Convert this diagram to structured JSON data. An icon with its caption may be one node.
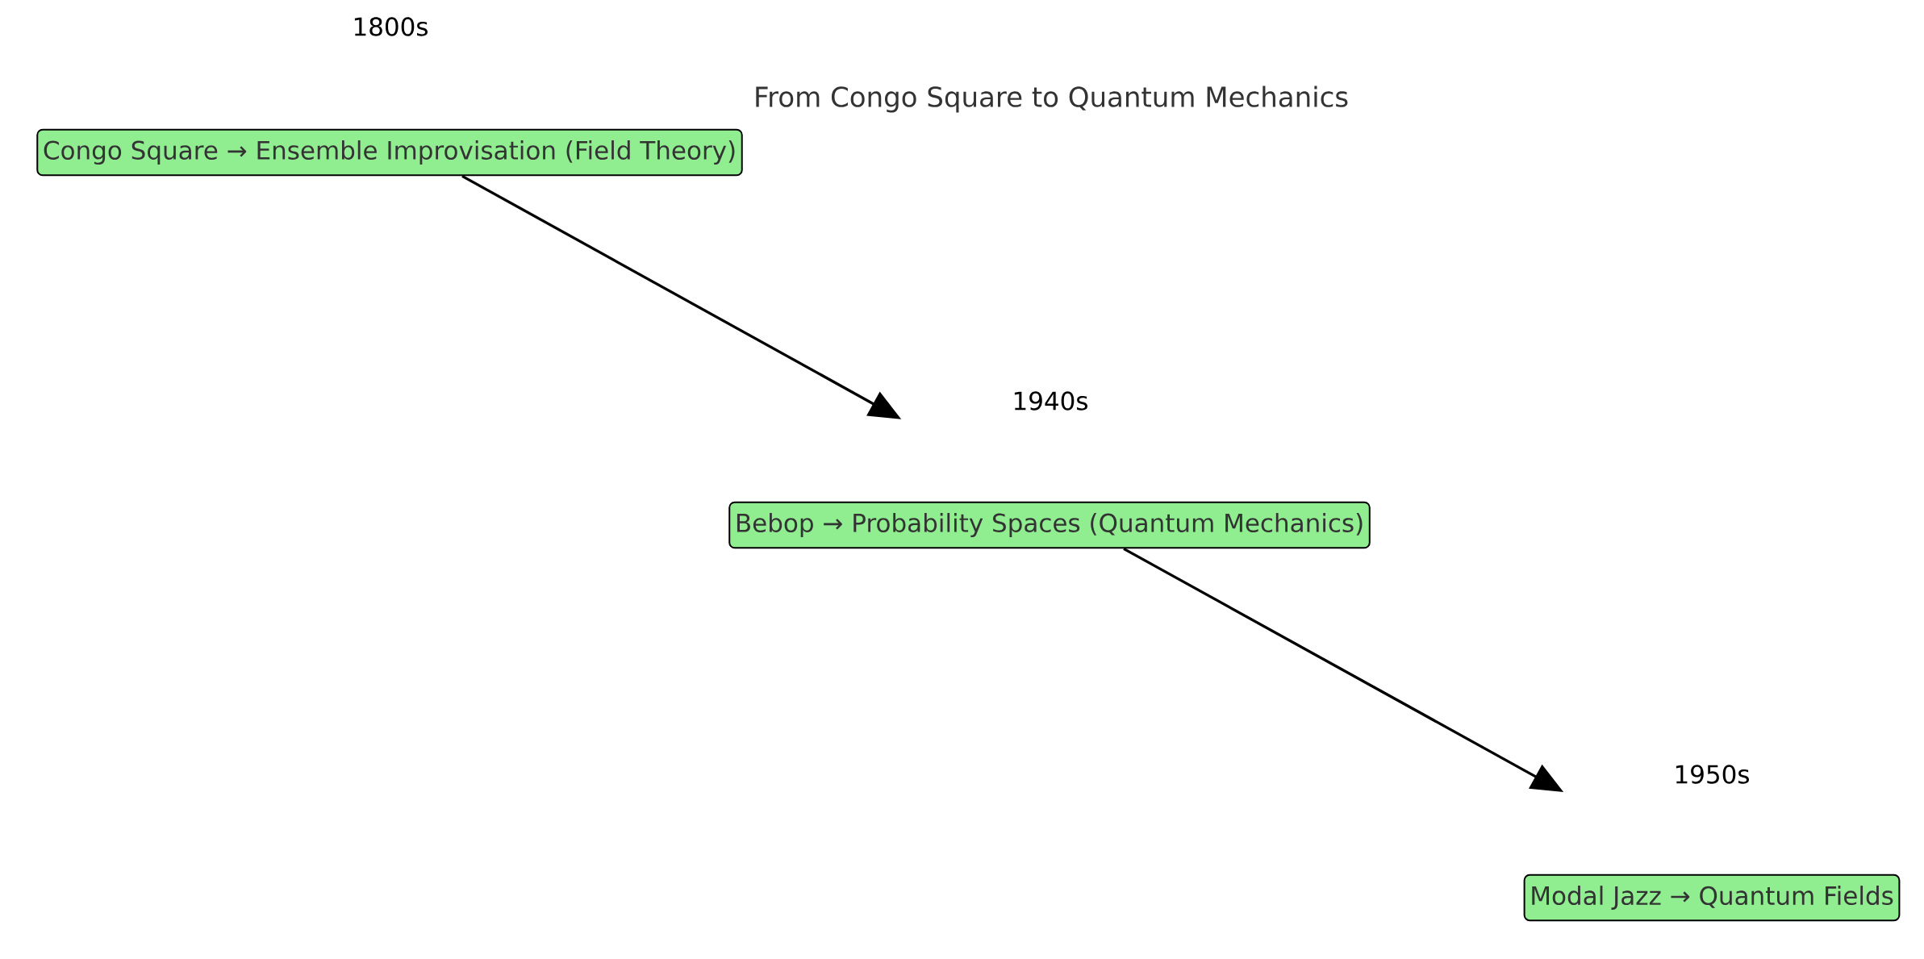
{
  "diagram": {
    "title": "From Congo Square to Quantum Mechanics",
    "nodes": [
      {
        "text": [
          "Congo Square → Ensemble Improvisation (Field Theory)"
        ],
        "beside": [
          "1800s"
        ]
      },
      {
        "text": [
          "Bebop → Probability Spaces (Quantum Mechanics)"
        ],
        "beside": [
          "1940s"
        ]
      },
      {
        "text": [
          "Modal Jazz → Quantum Fields"
        ],
        "beside": [
          "1950s"
        ]
      }
    ],
    "edges": [
      {
        "from": 0,
        "to": 1,
        "arrow": "to"
      },
      {
        "from": 1,
        "to": 2,
        "arrow": "to"
      }
    ]
  }
}
